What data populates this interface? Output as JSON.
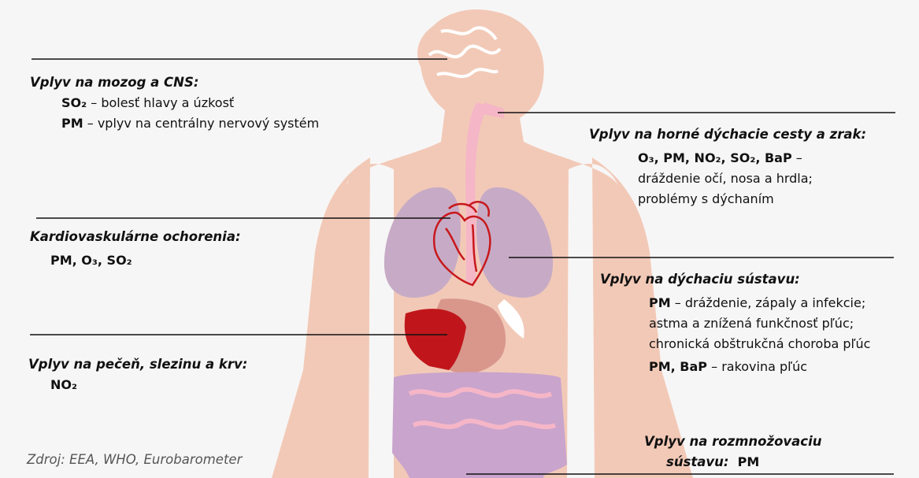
{
  "colors": {
    "body": "#f2c9b7",
    "brain": "#f2c9b7",
    "airway": "#f5b6c7",
    "lungs": "#c7abc6",
    "heart": "#c8181c",
    "liver": "#c0161b",
    "stomach": "#d9978c",
    "intestines": "#c9a4cd",
    "intestine_outline": "#f5b6c7"
  },
  "annotations": {
    "brain": {
      "heading": "Vplyv na mozog a CNS:",
      "rows": [
        {
          "bold": "SO₂",
          "text": " – bolesť hlavy a úzkosť"
        },
        {
          "bold": "PM",
          "text": "  – vplyv na centrálny nervový systém"
        }
      ]
    },
    "upper_airways": {
      "heading": "Vplyv na horné dýchacie cesty a zrak:",
      "bold": "O₃, PM, NO₂, SO₂, BaP",
      "text_after_bold": " –",
      "lines": [
        "dráždenie očí, nosa a hrdla;",
        "problémy s dýchaním"
      ]
    },
    "cardio": {
      "heading": "Kardiovaskulárne ochorenia:",
      "bold": "PM, O₃, SO₂"
    },
    "respiratory": {
      "heading": "Vplyv na dýchaciu sústavu:",
      "row1_bold": "PM",
      "row1_text": " – dráždenie, zápaly a infekcie;",
      "row2": "astma a znížená funkčnosť pľúc;",
      "row3": "chronická obštrukčná choroba pľúc",
      "row4_bold": "PM, BaP",
      "row4_text": " – rakovina pľúc"
    },
    "liver": {
      "heading": "Vplyv na pečeň, slezinu a krv:",
      "bold": "NO₂"
    },
    "reproductive": {
      "heading_line1": "Vplyv na rozmnožovaciu",
      "heading_line2": "sústavu:",
      "bold": "PM"
    }
  },
  "source": "Zdroj: EEA, WHO, Eurobarometer"
}
